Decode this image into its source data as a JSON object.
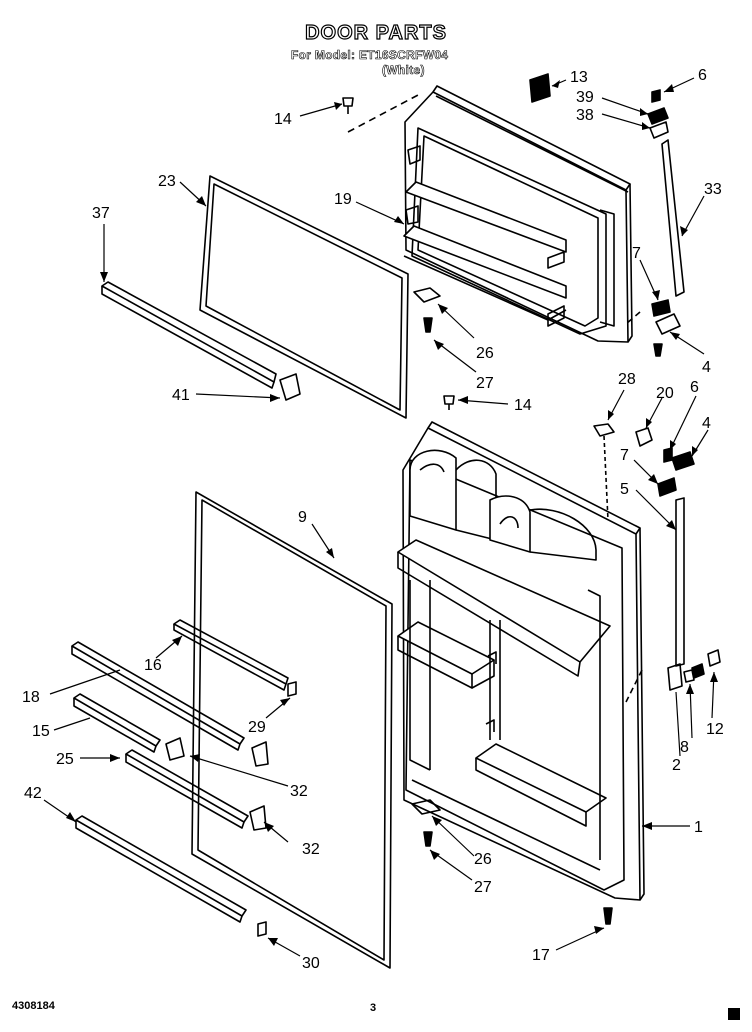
{
  "header": {
    "title": "DOOR PARTS",
    "model_line": "For Model: ET16SCRFW04",
    "color_line": "(White)"
  },
  "footer": {
    "doc_number": "4308184",
    "page_number": "3"
  },
  "callouts": [
    "13",
    "6",
    "39",
    "38",
    "14",
    "33",
    "23",
    "19",
    "37",
    "7",
    "26",
    "4",
    "27",
    "41",
    "28",
    "20",
    "6",
    "14",
    "4",
    "7",
    "5",
    "9",
    "16",
    "18",
    "29",
    "15",
    "25",
    "32",
    "42",
    "32",
    "1",
    "26",
    "27",
    "8",
    "12",
    "2",
    "17",
    "30"
  ]
}
